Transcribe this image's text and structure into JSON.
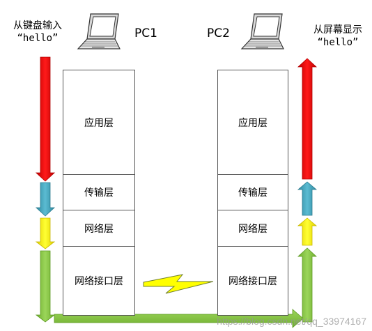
{
  "left_caption": {
    "line1": "从键盘输入",
    "line2": "“hello”"
  },
  "right_caption": {
    "line1": "从屏幕显示",
    "line2": "“hello”"
  },
  "pc1_label": "PC1",
  "pc2_label": "PC2",
  "layers": [
    "应用层",
    "传输层",
    "网络层",
    "网络接口层"
  ],
  "watermark": "https://blog.csdn.net/qq_33974167",
  "icons": {
    "computer": "laptop-icon",
    "link": "lightning-bolt-icon"
  },
  "colors": {
    "application": "#ff0000",
    "transport": "#4bacc6",
    "network": "#ffff00",
    "interface": "#92d050",
    "bolt": "#ffff00"
  }
}
